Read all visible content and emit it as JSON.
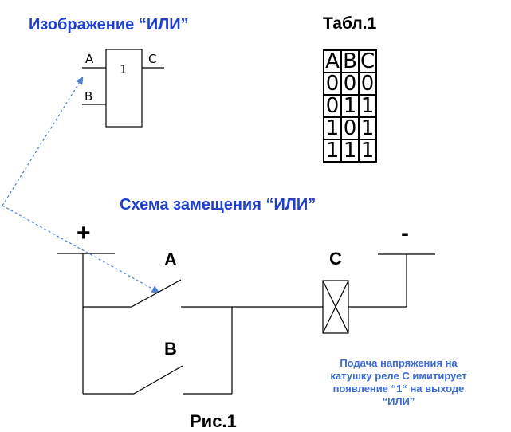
{
  "title_gate": "Изображение “ИЛИ”",
  "title_table": "Табл.1",
  "gate": {
    "symbol": "1",
    "input_a": "A",
    "input_b": "B",
    "output": "C"
  },
  "truth_table": {
    "headers": [
      "A",
      "B",
      "C"
    ],
    "rows": [
      [
        "0",
        "0",
        "0"
      ],
      [
        "0",
        "1",
        "1"
      ],
      [
        "1",
        "0",
        "1"
      ],
      [
        "1",
        "1",
        "1"
      ]
    ]
  },
  "title_circuit": "Схема замещения “ИЛИ”",
  "circuit": {
    "plus": "+",
    "minus": "-",
    "switch_a": "A",
    "switch_b": "B",
    "relay": "C"
  },
  "note": [
    "Подача напряжения на",
    "катушку реле С имитирует",
    "появление “1“ на выходе",
    "“ИЛИ”"
  ],
  "caption": "Рис.1",
  "colors": {
    "title_blue": "#1f3fd0",
    "note_blue": "#3a6bd6",
    "arrow_blue": "#4a7fd8"
  }
}
